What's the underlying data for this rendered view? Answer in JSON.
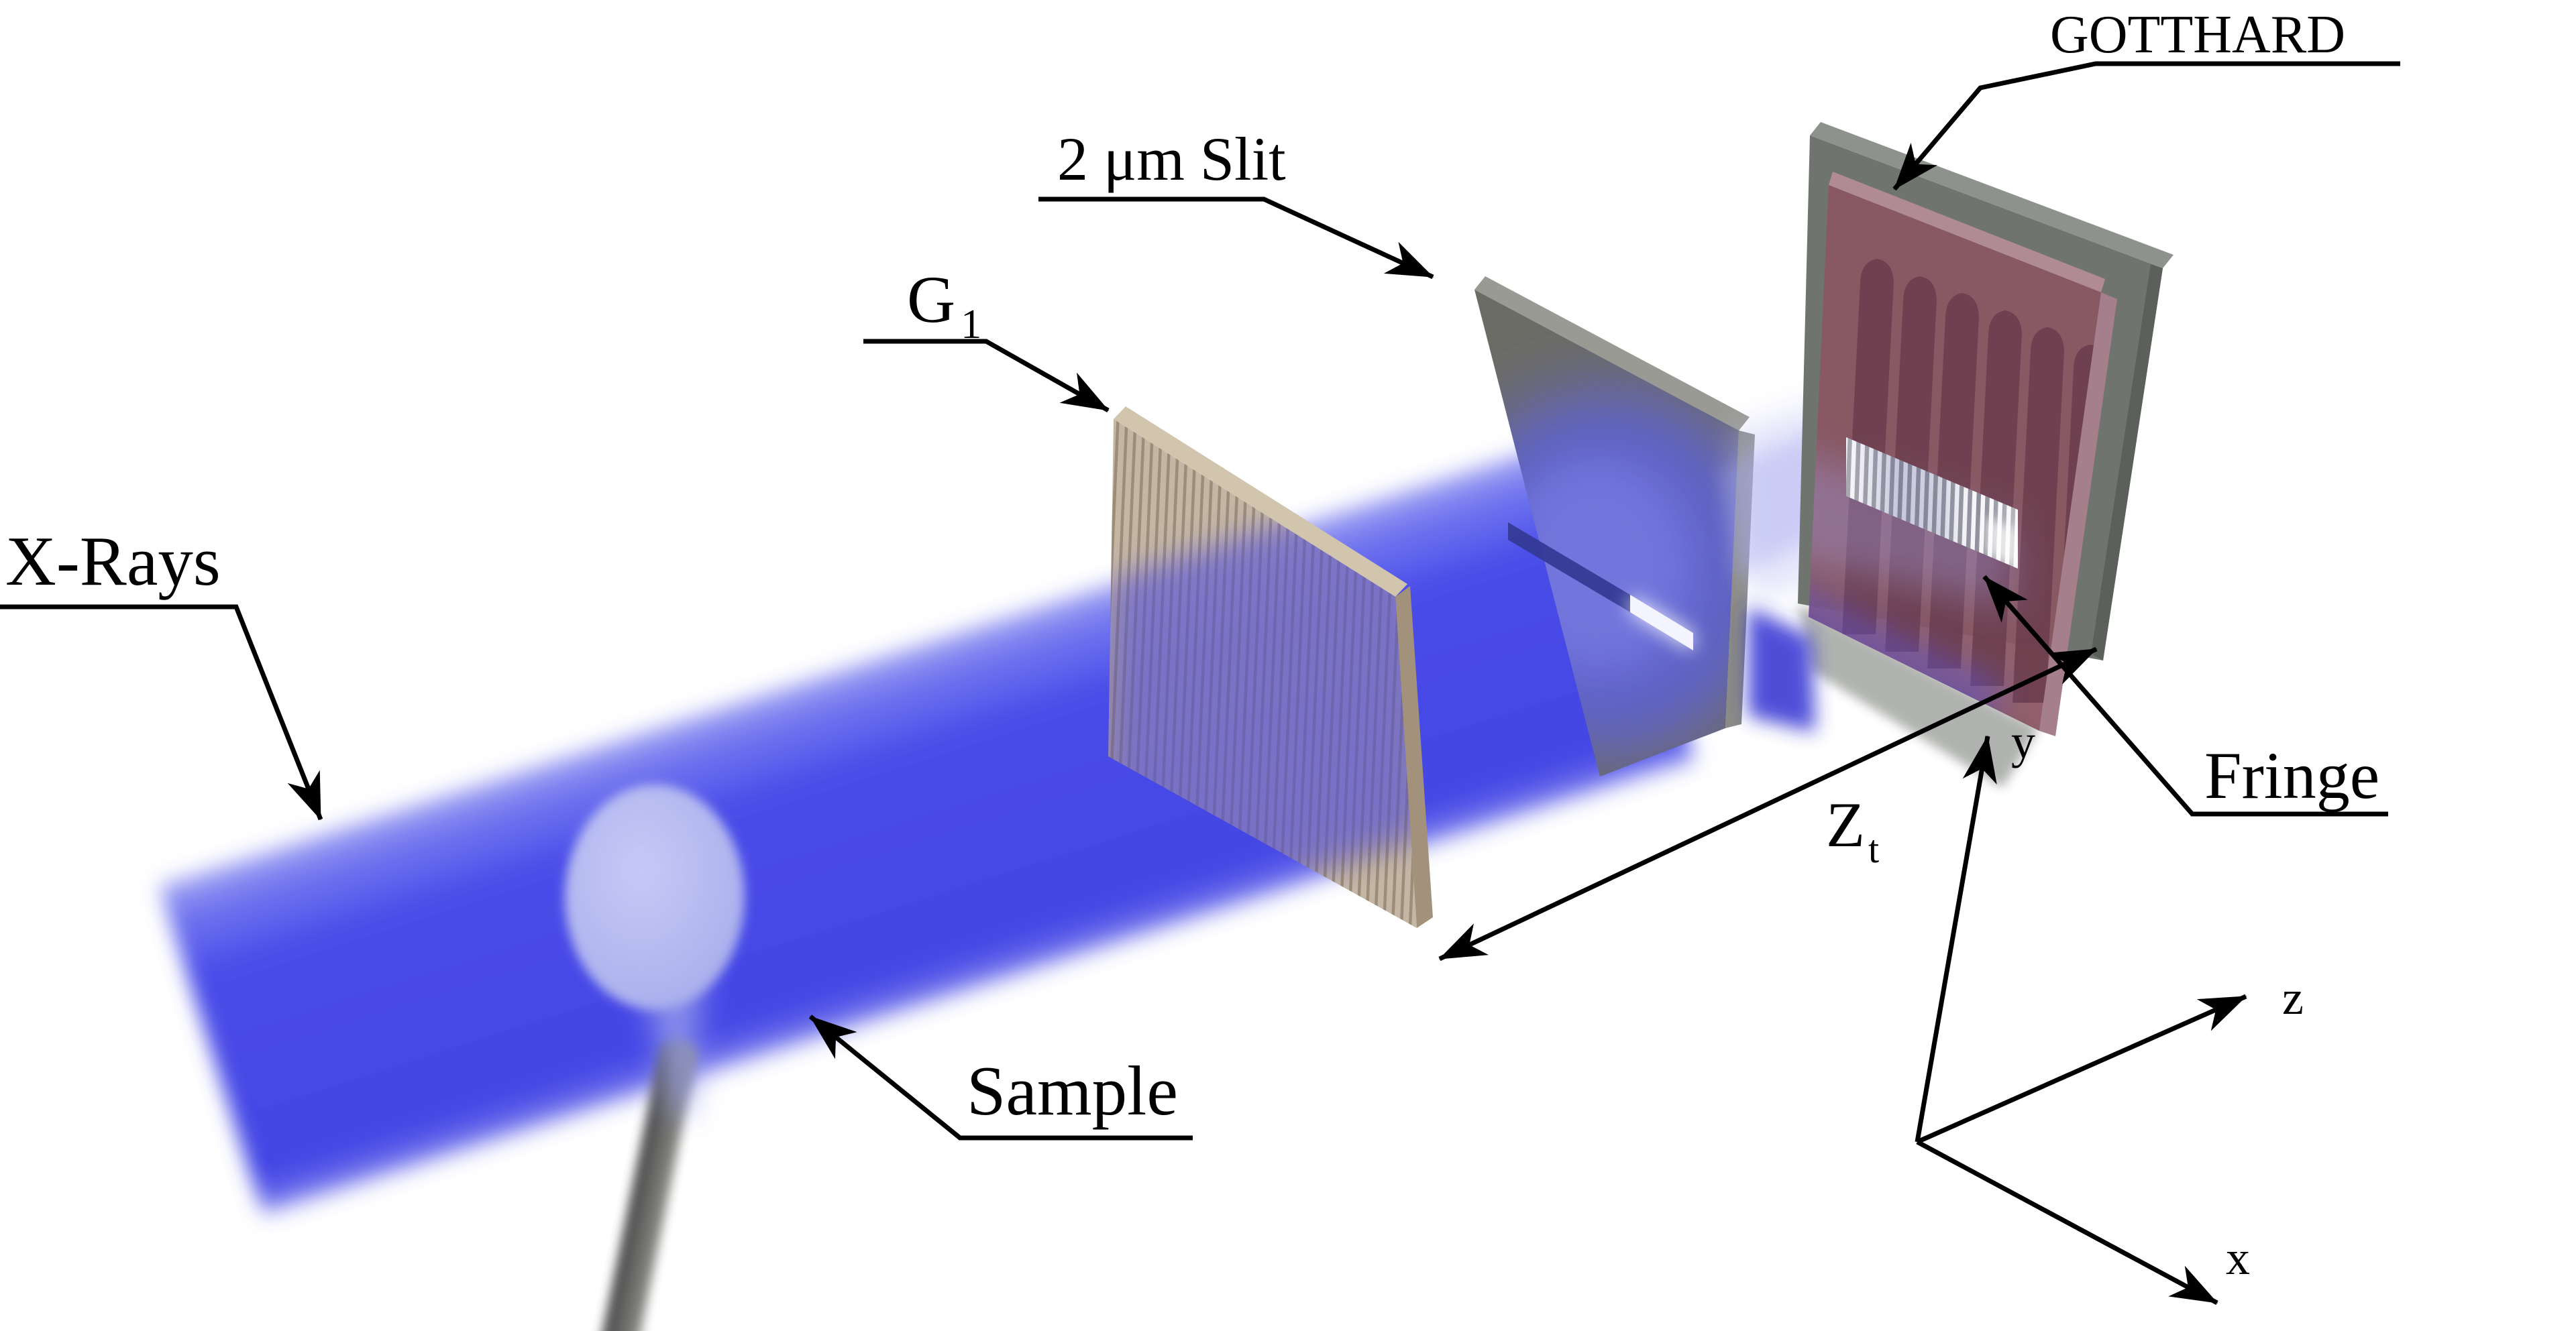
{
  "page": {
    "background": "#ffffff"
  },
  "labels": {
    "xrays": "X-Rays",
    "g1": {
      "base": "G",
      "sub": "1"
    },
    "slit": "2 μm Slit",
    "gotthard": "GOTTHARD",
    "fringe": "Fringe",
    "sample": "Sample",
    "zt": {
      "base": "Z",
      "sub": "t"
    }
  },
  "axes": {
    "x": "x",
    "y": "y",
    "z": "z"
  },
  "colors": {
    "ink": "#000000",
    "beam_core": "#4547E6",
    "beam_light": "#7B7EF0",
    "beam_faint": "#B9BCF2",
    "sample_sphere": "#B3B8F0",
    "sample_pin": "#6B6B68",
    "grating": "#B5A48E",
    "grating_bevel_top": "#D2C5AE",
    "grating_bevel_right": "#A3927B",
    "grating_lines": "#6E5A42",
    "slit_plate": "#6C6C66",
    "slit_glow": "#5D60E2",
    "slit_bright": "#F4F4FF",
    "slit_dark": "#343A96",
    "detector_back": "#6F746E",
    "detector_panel": "#8A5663",
    "detector_slot": "#6D3F4E",
    "panel_bevel": "#B08B96",
    "fringe_light": "#F6F6F9",
    "fringe_dark": "#8D8D98",
    "shadow_blue": "#2E2ED2",
    "beam_overlap": "#5552EA"
  }
}
